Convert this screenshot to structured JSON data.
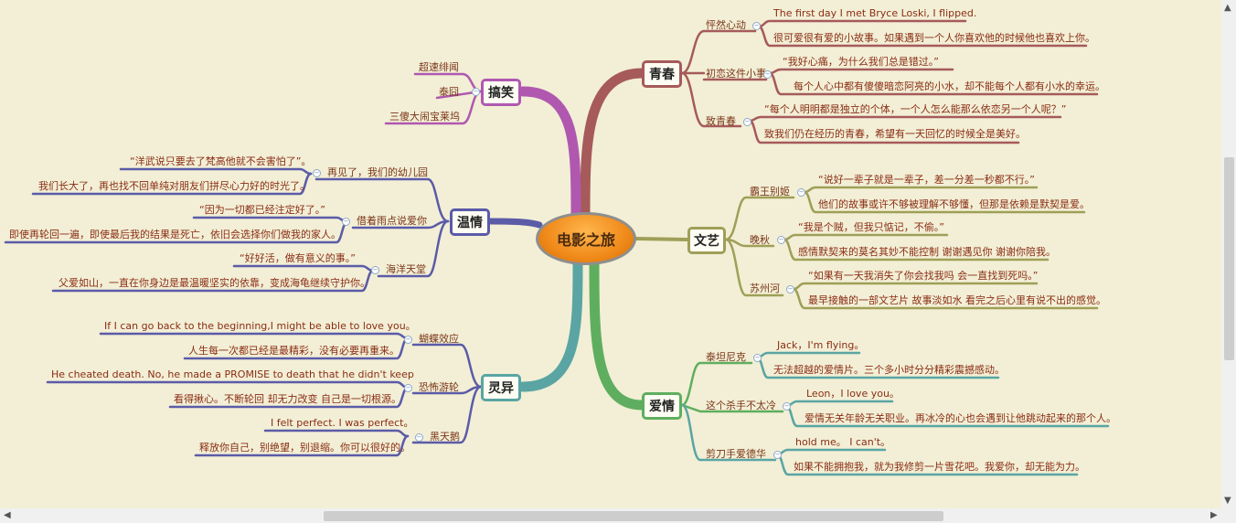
{
  "center": {
    "label": "电影之旅"
  },
  "branches": {
    "qingchun": {
      "label": "青春",
      "color": "#a65a5a"
    },
    "wenyi": {
      "label": "文艺",
      "color": "#9f9f58"
    },
    "aiqing": {
      "label": "爱情",
      "color": "#5fae5f"
    },
    "lingyi": {
      "label": "灵异",
      "color": "#5aa5a3"
    },
    "wenqing": {
      "label": "温情",
      "color": "#5b5ba8"
    },
    "gaoxiao": {
      "label": "搞笑",
      "color": "#b058b0"
    }
  },
  "subs": {
    "qc1": "怦然心动",
    "qc2": "初恋这件小事",
    "qc3": "致青春",
    "wy1": "霸王别姬",
    "wy2": "晚秋",
    "wy3": "苏州河",
    "aq1": "泰坦尼克",
    "aq2": "这个杀手不太冷",
    "aq3": "剪刀手爱德华",
    "ly1": "蝴蝶效应",
    "ly2": "恐怖游轮",
    "ly3": "黑天鹅",
    "wq1": "再见了，我们的幼儿园",
    "wq2": "借着雨点说爱你",
    "wq3": "海洋天堂",
    "gx1": "超速绯闻",
    "gx2": "泰囧",
    "gx3": "三傻大闹宝莱坞"
  },
  "leaves": {
    "qc1a": "The first day I met Bryce Loski, I flipped.",
    "qc1b": "很可爱很有爱的小故事。如果遇到一个人你喜欢他的时候他也喜欢上你。",
    "qc2a": "“我好心痛，为什么我们总是错过。”",
    "qc2b": "每个人心中都有傻傻暗恋阿亮的小水，却不能每个人都有小水的幸运。",
    "qc3a": "“每个人明明都是独立的个体，一个人怎么能那么依恋另一个人呢？”",
    "qc3b": "致我们仍在经历的青春，希望有一天回忆的时候全是美好。",
    "wy1a": "“说好一辈子就是一辈子，差一分差一秒都不行。”",
    "wy1b": "他们的故事或许不够被理解不够懂，但那是依赖是默契是爱。",
    "wy2a": "“我是个贼，但我只惦记，不偷。”",
    "wy2b": "感情默契来的莫名其妙不能控制 谢谢遇见你 谢谢你陪我。",
    "wy3a": "“如果有一天我消失了你会找我吗 会一直找到死吗。”",
    "wy3b": "最早接触的一部文艺片 故事淡如水 看完之后心里有说不出的感觉。",
    "aq1a": "Jack，I'm flying。",
    "aq1b": "无法超越的爱情片。三个多小时分分精彩震撼感动。",
    "aq2a": "Leon，I love you。",
    "aq2b": "爱情无关年龄无关职业。再冰冷的心也会遇到让他跳动起来的那个人。",
    "aq3a": "hold me。 I can't。",
    "aq3b": "如果不能拥抱我，就为我修剪一片雪花吧。我爱你，却无能为力。",
    "ly1a": "If I can go back to the beginning,I might be able to love you。",
    "ly1b": "人生每一次都已经是最精彩，没有必要再重来。",
    "ly2a": "He cheated death. No, he made a PROMISE to death that he didn't keep",
    "ly2b": "看得揪心。不断轮回 却无力改变 自己是一切根源。",
    "ly3a": "I felt perfect. I was perfect。",
    "ly3b": "释放你自己，别绝望，别退缩。你可以很好的。",
    "wq1a": "“洋武说只要去了梵高他就不会害怕了”。",
    "wq1b": "我们长大了，再也找不回单纯对朋友们拼尽心力好的时光了。",
    "wq2a": "“因为一切都已经注定好了。”",
    "wq2b": "即使再轮回一遍，即使最后我的结果是死亡，依旧会选择你们做我的家人。",
    "wq3a": "“好好活，做有意义的事。”",
    "wq3b": "父爱如山，一直在你身边是最温暖坚实的依靠，变成海龟继续守护你。"
  },
  "icons": {
    "toggle": "minus-toggle-icon",
    "scroll_left": "◀",
    "scroll_right": "▶"
  }
}
